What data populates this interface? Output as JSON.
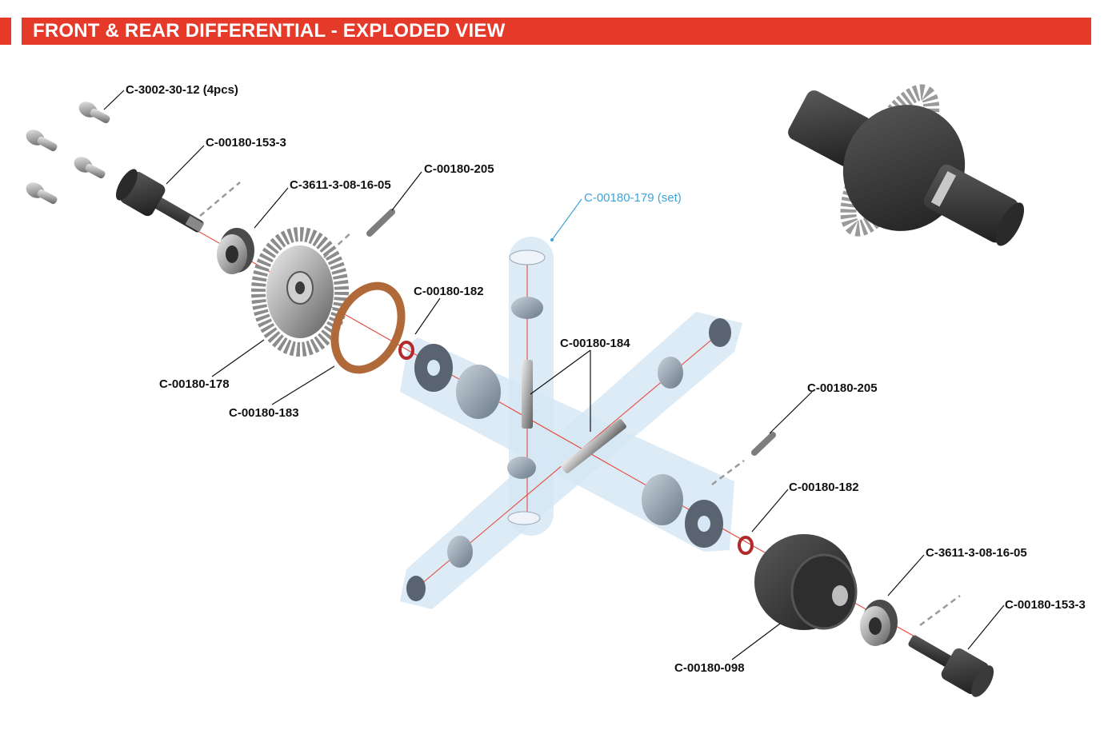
{
  "header": {
    "title": "FRONT & REAR DIFFERENTIAL - EXPLODED VIEW"
  },
  "labels": {
    "screws": "C-3002-30-12 (4pcs)",
    "outdrive_left": "C-00180-153-3",
    "bearing_left": "C-3611-3-08-16-05",
    "pin_left": "C-00180-205",
    "set": "C-00180-179 (set)",
    "oring_left": "C-00180-182",
    "ring_gear": "C-00180-178",
    "gasket": "C-00180-183",
    "shafts": "C-00180-184",
    "pin_right": "C-00180-205",
    "oring_right": "C-00180-182",
    "bearing_right": "C-3611-3-08-16-05",
    "outdrive_right": "C-00180-153-3",
    "case": "C-00180-098"
  },
  "colors": {
    "header": "#e5392a",
    "set_label": "#3ea3d8",
    "axis": "#e84a3c",
    "highlight": "#d6e8f5"
  }
}
